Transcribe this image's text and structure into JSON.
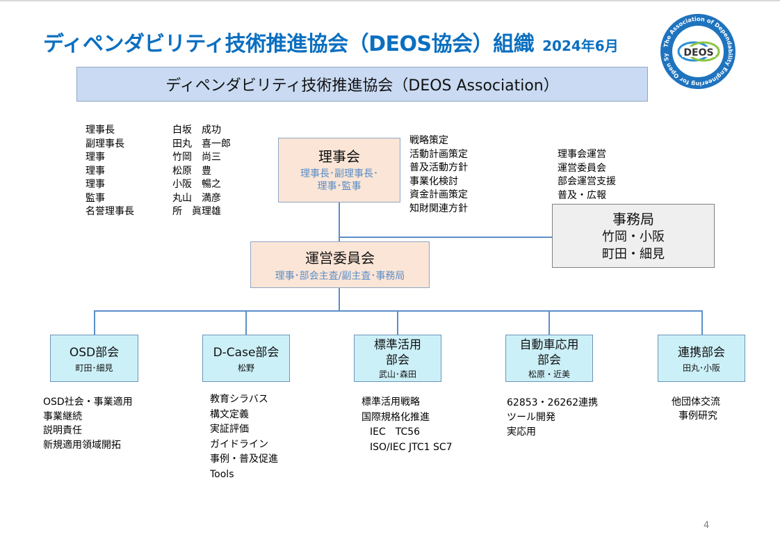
{
  "title": {
    "main": "ディペンダビリティ技術推進協会（DEOS協会）組織",
    "date": "2024年6月"
  },
  "logo": {
    "text": "DEOS",
    "ring_text": "The Association of Dependability Engineering for Open Systems"
  },
  "banner": "ディペンダビリティ技術推進協会（DEOS Association）",
  "officers": {
    "titles": [
      "理事長",
      "副理事長",
      "理事",
      "理事",
      "理事",
      "監事",
      "名誉理事長"
    ],
    "names": [
      "白坂　成功",
      "田丸　喜一郎",
      "竹岡　尚三",
      "松原　豊",
      "小阪　暢之",
      "丸山　満彦",
      "所　眞理雄"
    ]
  },
  "board": {
    "name": "理事会",
    "members_line1": "理事長･副理事長･",
    "members_line2": "理事･監事"
  },
  "board_duties": [
    "戦略策定",
    "活動計画策定",
    "普及活動方針",
    "事業化検討",
    "資金計画策定",
    "知財関連方針"
  ],
  "office_duties": [
    "理事会運営",
    "運営委員会",
    "部会運営支援",
    "普及・広報"
  ],
  "office": {
    "name": "事務局",
    "line1": "竹岡・小阪",
    "line2": "町田・細見"
  },
  "committee": {
    "name": "運営委員会",
    "members": "理事･部会主査/副主査･事務局"
  },
  "subcommittees": [
    {
      "name": "OSD部会",
      "members": "町田･細見",
      "activities": [
        "OSD社会・事業適用",
        "事業継続",
        "説明責任",
        "新規適用領域開拓"
      ]
    },
    {
      "name": "D-Case部会",
      "members": "松野",
      "activities": [
        "教育シラバス",
        "構文定義",
        "実証評価",
        "ガイドライン",
        "事例・普及促進",
        "Tools"
      ]
    },
    {
      "name_line1": "標準活用",
      "name_line2": "部会",
      "members": "武山･森田",
      "activities": [
        "標準活用戦略",
        "国際規格化推進",
        "IEC　TC56",
        "ISO/IEC JTC1 SC7"
      ]
    },
    {
      "name_line1": "自動車応用",
      "name_line2": "部会",
      "members": "松原・近美",
      "activities": [
        "62853・26262連携",
        "ツール開発",
        "実応用"
      ]
    },
    {
      "name": "連携部会",
      "members": "田丸･小阪",
      "activities": [
        "他団体交流",
        "事例研究"
      ]
    }
  ],
  "page_number": "4",
  "colors": {
    "title": "#0b6fc0",
    "banner": "#c9daf2",
    "peach": "#fbe5d6",
    "cyan": "#ccf0f8",
    "office": "#efefef",
    "connector": "#5b8ec8"
  }
}
